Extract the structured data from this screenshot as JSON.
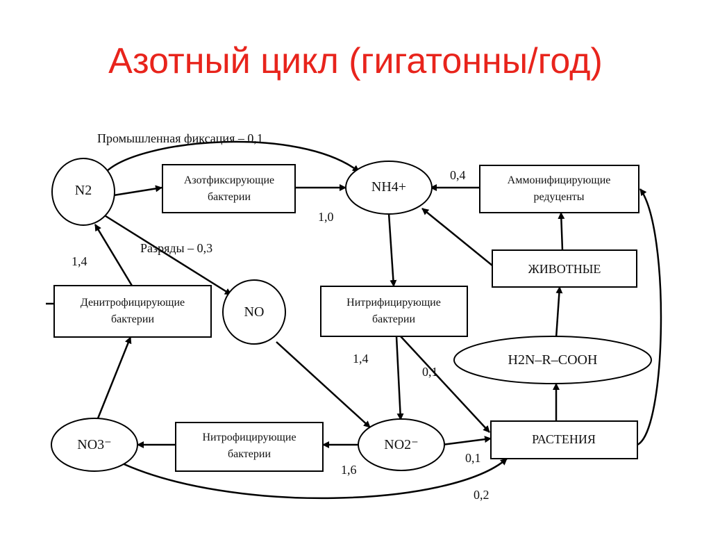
{
  "title": "Азотный цикл (гигатонны/год)",
  "nodes": {
    "n2": "N2",
    "nh4": "NH4+",
    "no": "NO",
    "no2": "NO2⁻",
    "no3": "NO3⁻",
    "nitrogen_fixing": [
      "Азотфиксирующие",
      "бактерии"
    ],
    "ammonifying": [
      "Аммонифицирующие",
      "редуценты"
    ],
    "animals": "ЖИВОТНЫЕ",
    "nitrifying": [
      "Нитрифицирующие",
      "бактерии"
    ],
    "denitrifying": [
      "Денитрофицирующие",
      "бактерии"
    ],
    "amino_acid": "H2N–R–COOH",
    "nitrofying": [
      "Нитрофицирующие",
      "бактерии"
    ],
    "plants": "РАСТЕНИЯ"
  },
  "labels": {
    "industrial": "Промышленная фиксация – 0,1",
    "lightning": "Разряды – 0,3",
    "fix_nh4": "1,0",
    "ammon_nh4": "0,4",
    "denit_n2": "1,4",
    "nitr_no2": "1,4",
    "nitr_plants": "0,1",
    "no2_plants": "0,1",
    "no2_no3": "1,6",
    "no3_plants": "0,2"
  }
}
